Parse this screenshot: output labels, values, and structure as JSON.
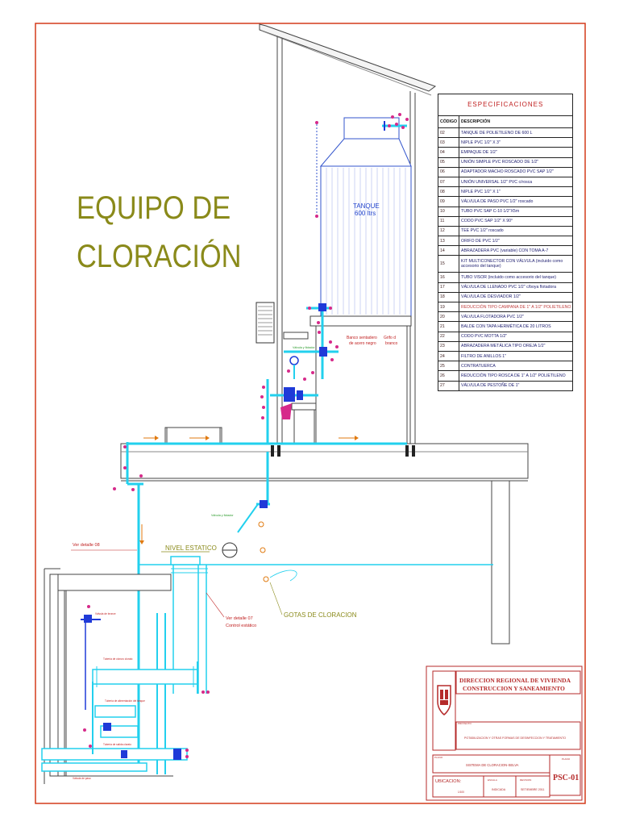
{
  "title": {
    "line1": "EQUIPO DE",
    "line2": "CLORACIÓN"
  },
  "tank_label": {
    "line1": "TANQUE",
    "line2": "600 ltrs"
  },
  "annotations": {
    "banco": "Banco sentadero",
    "banco2": "de acero negro",
    "grifo": "Grifo d",
    "grifo2": "branco",
    "valvula_flotador": "Válvula y flotador",
    "valvula_flotador2": "Válvula y flotador",
    "nivel_estatico": "NIVEL ESTATICO",
    "ver_detalle_08": "Ver detalle  08",
    "ver_detalle_07": "Ver detalle  07",
    "control_estatico": "Control estático",
    "gotas": "GOTAS DE CLORACION",
    "valvula_bronce": "Válvula de bronce",
    "tubo_cloruro": "Tubería de cloruro clorato",
    "tuberia_alim": "Tubería de alimentación del tanque",
    "tuberia_salida": "Tubería de salida clorato",
    "valvula_paso": "Válvula de paso"
  },
  "spec_table": {
    "heading": "ESPECIFICACIONES",
    "col_code": "CÓDIGO",
    "col_desc": "DESCRIPCIÓN",
    "rows": [
      {
        "code": "02",
        "desc": "TANQUE DE POLIETILENO DE 600 L"
      },
      {
        "code": "03",
        "desc": "NIPLE PVC 1/2\" X 3\""
      },
      {
        "code": "04",
        "desc": "EMPAQUE DE 1/2\""
      },
      {
        "code": "05",
        "desc": "UNIÓN SIMPLE PVC ROSCADO DE 1/2\""
      },
      {
        "code": "06",
        "desc": "ADAPTADOR MACHO ROSCADO PVC SAP 1/2\""
      },
      {
        "code": "07",
        "desc": "UNIÓN UNIVERSAL 1/2\" PVC c/rosca"
      },
      {
        "code": "08",
        "desc": "NIPLE PVC 1/2\" X 1\""
      },
      {
        "code": "09",
        "desc": "VÁLVULA DE PASO PVC 1/2\" roscado"
      },
      {
        "code": "10",
        "desc": "TUBO PVC SAP C-10 1/2\"X5m"
      },
      {
        "code": "11",
        "desc": "CODO PVC SAP 1/2\" X 90°"
      },
      {
        "code": "12",
        "desc": "TEE PVC 1/2\" roscado"
      },
      {
        "code": "13",
        "desc": "ORIFO DE PVC 1/2\""
      },
      {
        "code": "14",
        "desc": "ABRAZADERA PVC (variable) CON TOMA A-7"
      },
      {
        "code": "15",
        "desc": "KIT MULTICONECTOR CON VÁLVULA (incluido como accesorio del tanque)"
      },
      {
        "code": "16",
        "desc": "TUBO VISOR (incluido como accesorio del tanque)"
      },
      {
        "code": "17",
        "desc": "VÁLVULA DE LLENADO PVC 1/2\" c/boya flotadora"
      },
      {
        "code": "18",
        "desc": "VÁLVULA DE DESVIADOR 1/2\""
      },
      {
        "code": "19",
        "desc": "REDUCCIÓN TIPO CAMPANA DE 1\" A 1/2\" POLIETILENO"
      },
      {
        "code": "20",
        "desc": "VÁLVULA FLOTADORA PVC 1/2\""
      },
      {
        "code": "21",
        "desc": "BALDE CON TAPA HERMÉTICA DE 20 LITROS"
      },
      {
        "code": "22",
        "desc": "CODO PVC MOTTA 1/2\""
      },
      {
        "code": "23",
        "desc": "ABRAZADERA METÁLICA TIPO OREJA 1/2\""
      },
      {
        "code": "24",
        "desc": "FILTRO DE ANILLOS 1\""
      },
      {
        "code": "25",
        "desc": "CONTRATUERCA"
      },
      {
        "code": "26",
        "desc": "REDUCCIÓN TIPO ROSCA DE 1\" A 1/2\" POLIETILENO"
      },
      {
        "code": "27",
        "desc": "VÁLVULA DE PESTOÑE DE 1\""
      }
    ]
  },
  "title_block": {
    "org_line1": "DIRECCION REGIONAL DE VIVIENDA",
    "org_line2": "CONSTRUCCION Y SANEAMIENTO",
    "proyecto_label": "PROYECTO",
    "proyecto": "POTABILIZACION Y OTRAS FORMAS DE DESINFECCION Y TRATAMIENTO",
    "plano_label": "PLANO",
    "plano": "SISTEMA DE CLORACION-SELVA",
    "lamina_label": "PLANO",
    "lamina": "PSC-01",
    "ubicacion_label": "UBICACION:",
    "escala": "ESCALA",
    "revision": "REVISION",
    "fecha": "SETIEMBRE 2011",
    "scale_val": "1/100",
    "indicada": "INDICADA"
  },
  "colors": {
    "frame": "#d33a1a",
    "pipe": "#22d0ee",
    "pipe_dark": "#1f3ad8",
    "fitting": "#d62a8a",
    "olive": "#8a8a1a",
    "orange": "#e07a10"
  }
}
